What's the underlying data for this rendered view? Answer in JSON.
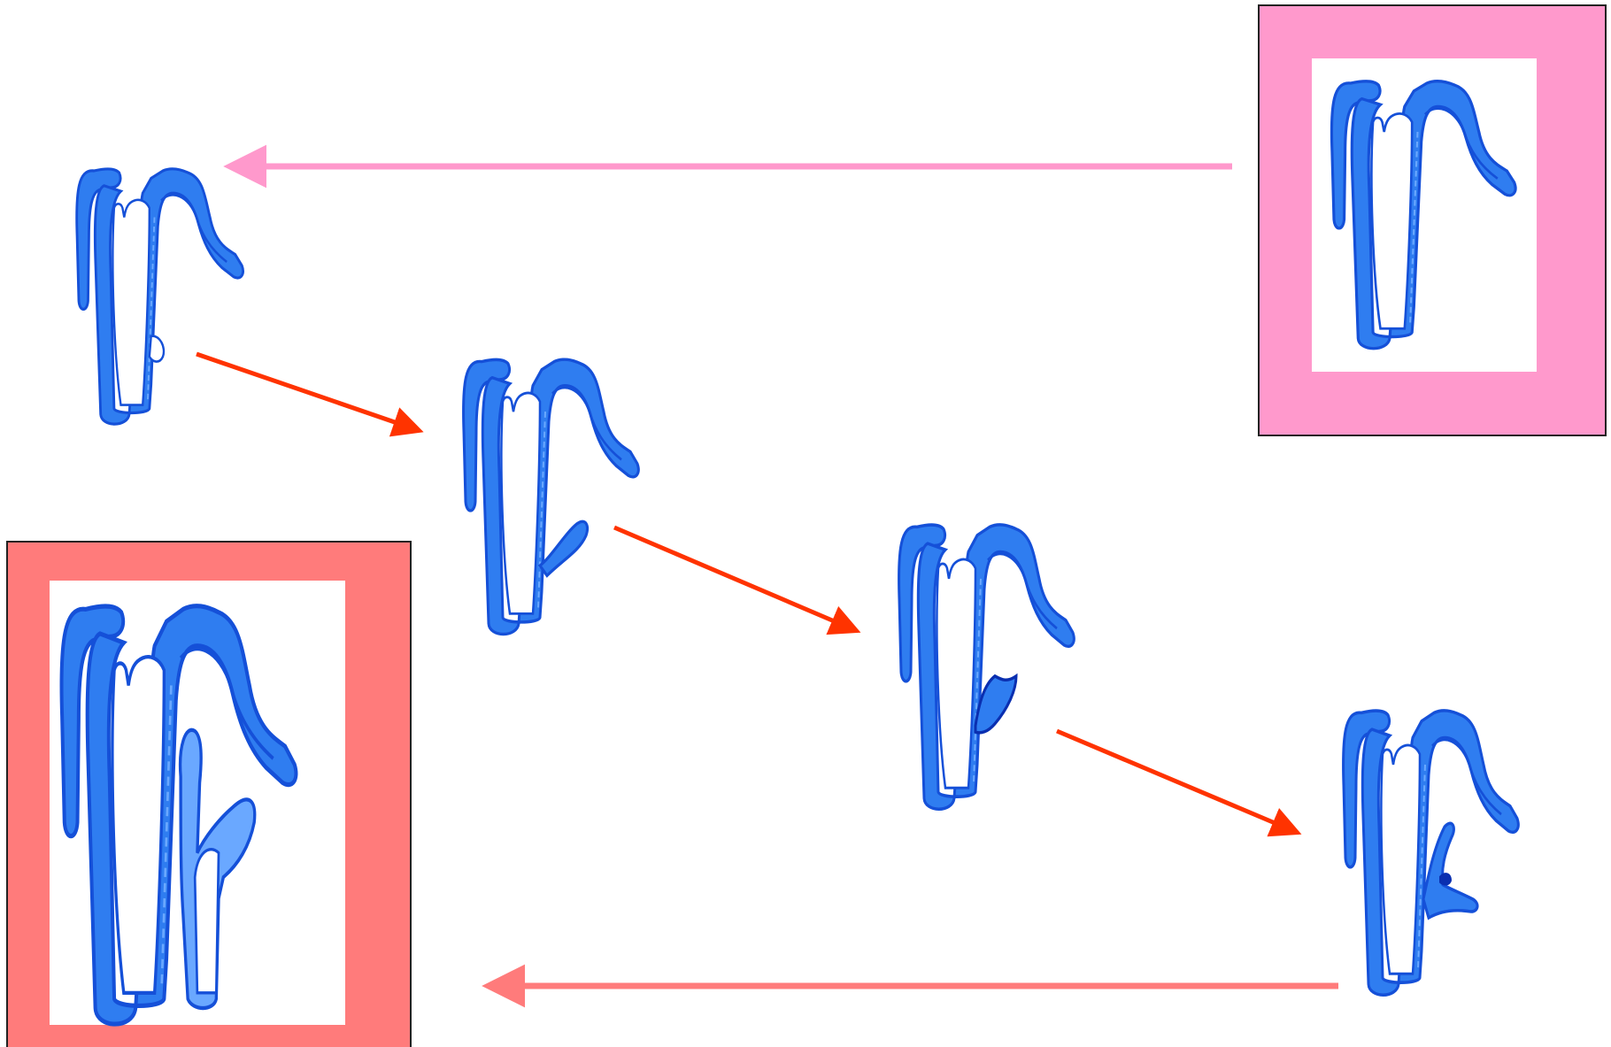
{
  "diagram": {
    "colors": {
      "background": "#ffffff",
      "tube_fill": "#2f7df0",
      "tube_outline": "#1550d8",
      "tube_dark": "#0a2fb0",
      "tube_light": "#6aa8ff",
      "panel_white": "#ffffff",
      "start_frame": "#ff99cc",
      "end_frame": "#ff7b7b",
      "pink_arrow": "#ff99cc",
      "red_arrow": "#ff3300",
      "salmon_arrow": "#ff7b7b",
      "frame_border": "#222222"
    },
    "stages": [
      {
        "id": "stage-0",
        "framed": "pink",
        "outgrowth": "none"
      },
      {
        "id": "stage-1",
        "framed": "none",
        "outgrowth": "tiny-bud"
      },
      {
        "id": "stage-2",
        "framed": "none",
        "outgrowth": "small-branch"
      },
      {
        "id": "stage-3",
        "framed": "none",
        "outgrowth": "growing-bud"
      },
      {
        "id": "stage-4",
        "framed": "none",
        "outgrowth": "forked-branch"
      },
      {
        "id": "stage-5",
        "framed": "salmon",
        "outgrowth": "full-second-loop"
      }
    ],
    "arrows": [
      {
        "from": "stage-0",
        "to": "stage-1",
        "color": "pink",
        "style": "straight"
      },
      {
        "from": "stage-1",
        "to": "stage-2",
        "color": "red",
        "style": "straight"
      },
      {
        "from": "stage-2",
        "to": "stage-3",
        "color": "red",
        "style": "straight"
      },
      {
        "from": "stage-3",
        "to": "stage-4",
        "color": "red",
        "style": "straight"
      },
      {
        "from": "stage-4",
        "to": "stage-5",
        "color": "salmon",
        "style": "straight"
      }
    ]
  }
}
